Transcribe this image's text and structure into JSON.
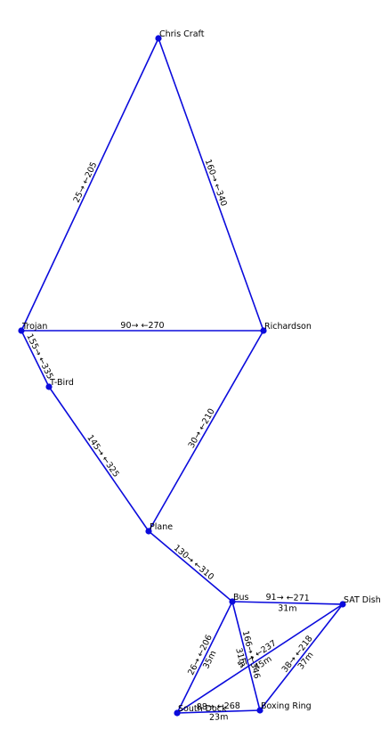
{
  "colors": {
    "edge": "#0b0bdc",
    "node": "#0b0bdc",
    "text": "#000000"
  },
  "nodes": [
    {
      "id": "chris_craft",
      "label": "Chris Craft"
    },
    {
      "id": "trojan",
      "label": "Trojan"
    },
    {
      "id": "richardson",
      "label": "Richardson"
    },
    {
      "id": "tbird",
      "label": "T-Bird"
    },
    {
      "id": "plane",
      "label": "Plane"
    },
    {
      "id": "bus",
      "label": "Bus"
    },
    {
      "id": "sat_dish",
      "label": "SAT Dish"
    },
    {
      "id": "south_dock",
      "label": "South Dock"
    },
    {
      "id": "boxing_ring",
      "label": "Boxing Ring"
    }
  ],
  "edges": [
    {
      "from": "trojan",
      "to": "chris_craft",
      "bearings": "25→ ←205",
      "distance": ""
    },
    {
      "from": "chris_craft",
      "to": "richardson",
      "bearings": "160→ ←340",
      "distance": ""
    },
    {
      "from": "trojan",
      "to": "richardson",
      "bearings": "90→ ←270",
      "distance": ""
    },
    {
      "from": "trojan",
      "to": "tbird",
      "bearings": "155→ ←335",
      "distance": ""
    },
    {
      "from": "plane",
      "to": "richardson",
      "bearings": "30→ ←210",
      "distance": ""
    },
    {
      "from": "tbird",
      "to": "plane",
      "bearings": "145→ ←325",
      "distance": ""
    },
    {
      "from": "plane",
      "to": "bus",
      "bearings": "130→ ←310",
      "distance": ""
    },
    {
      "from": "bus",
      "to": "sat_dish",
      "bearings": "91→ ←271",
      "distance": "31m"
    },
    {
      "from": "south_dock",
      "to": "bus",
      "bearings": "26→ ←206",
      "distance": "35m"
    },
    {
      "from": "bus",
      "to": "boxing_ring",
      "bearings": "166→ ←346",
      "distance": "31m"
    },
    {
      "from": "south_dock",
      "to": "sat_dish",
      "bearings": "57→ ←237",
      "distance": "45m"
    },
    {
      "from": "boxing_ring",
      "to": "sat_dish",
      "bearings": "38→ ←218",
      "distance": "37m"
    },
    {
      "from": "south_dock",
      "to": "boxing_ring",
      "bearings": "88→ ←268",
      "distance": "23m"
    }
  ]
}
